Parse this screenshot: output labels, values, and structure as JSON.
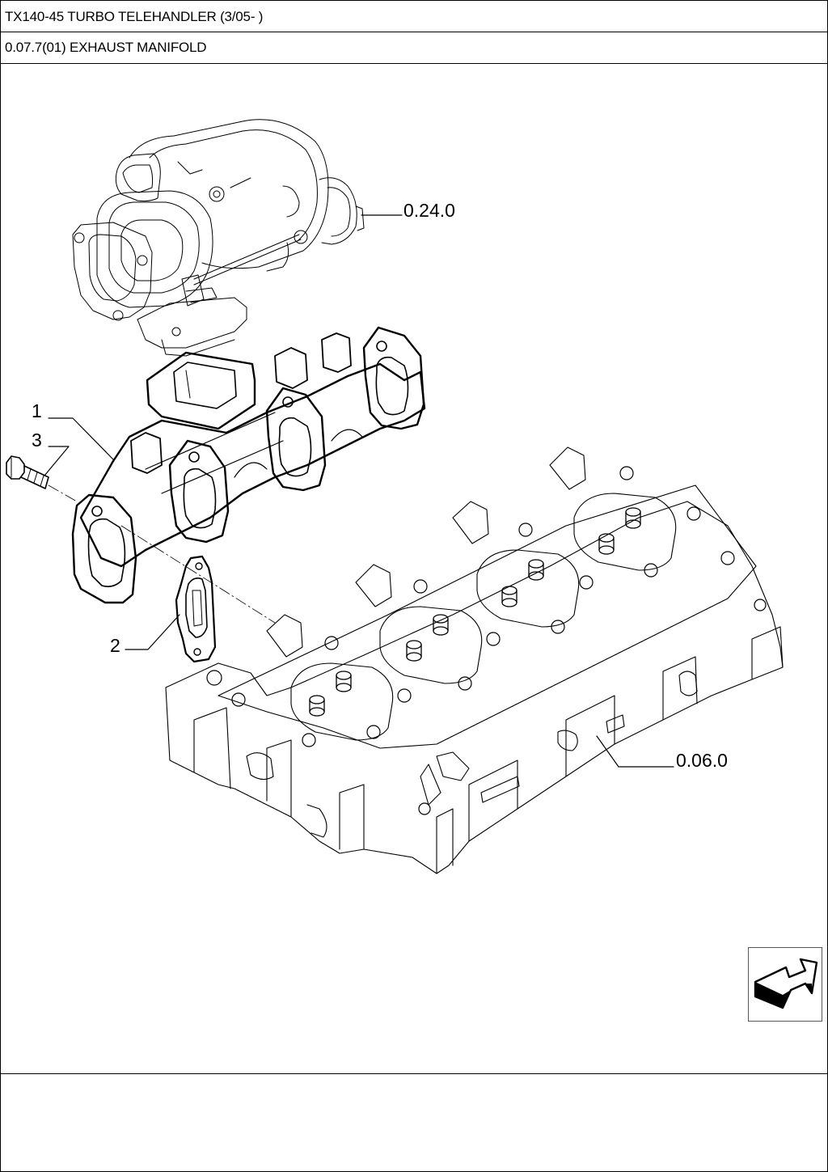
{
  "header": {
    "model_title": "TX140-45 TURBO TELEHANDLER (3/05- )",
    "section_title": "0.07.7(01) EXHAUST MANIFOLD"
  },
  "callouts": {
    "turbo_ref": "0.24.0",
    "head_ref": "0.06.0",
    "part_1": "1",
    "part_2": "2",
    "part_3": "3"
  },
  "nav": {
    "next_icon": "arrow-next-icon"
  }
}
